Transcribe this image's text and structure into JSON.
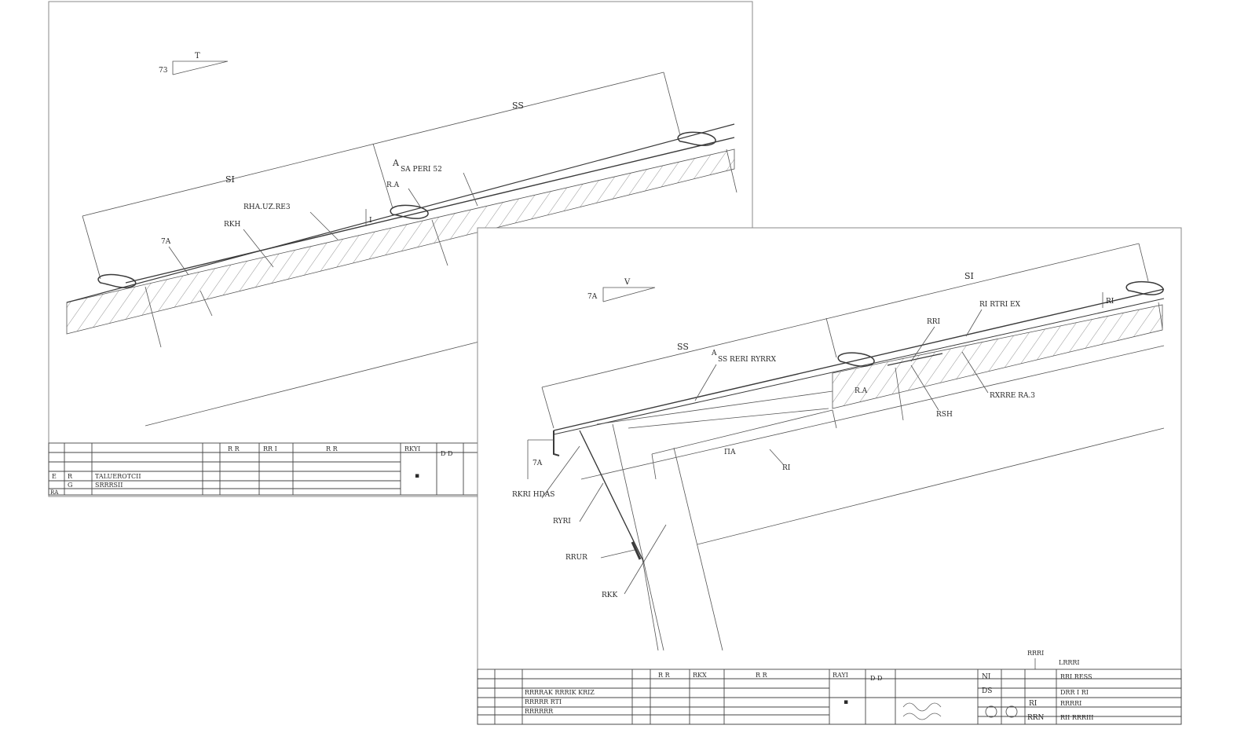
{
  "sheet1": {
    "slope_marker": {
      "rise": "T",
      "run": "73"
    },
    "dims": {
      "left_span": "SI",
      "right_span": "SS",
      "step": "I"
    },
    "callouts": {
      "a": "A",
      "b": "SA PERI 52",
      "c": "RHA.UZ.RE3",
      "d": "RKH",
      "e": "7A",
      "f": "R.A"
    },
    "title_block": {
      "header": [
        "R R",
        "RR I",
        "R R",
        "RKYI",
        "D D"
      ],
      "rows": [
        "TALUEROTCII",
        "SRRRSII"
      ],
      "left_codes": [
        "E",
        "R",
        "G",
        "RA"
      ]
    }
  },
  "sheet2": {
    "slope_marker": {
      "rise": "V",
      "run": "7A"
    },
    "dims": {
      "left_span": "SS",
      "right_span": "SI",
      "step": "RI",
      "eave_drop": "7A",
      "inner": "ПА",
      "inner2": "RI"
    },
    "callouts": {
      "a": "A",
      "b": "SS RERI RYRRX",
      "c": "RRI",
      "d": "RI RTRI EX",
      "e": "RXRRE RA.3",
      "f": "RSH",
      "g": "RKRI HDAS",
      "h": "RYRI",
      "i": "RRUR",
      "j": "RKK",
      "k": "R.A"
    },
    "title_block": {
      "header": [
        "R R",
        "RKX",
        "R R",
        "RAYI",
        "D D"
      ],
      "rows": [
        "RRRRAK RRRIK KRIZ",
        "RRRRR RTI",
        "RRRRRR"
      ],
      "right_labels": [
        "NI",
        "DS",
        "RI",
        "RRN"
      ],
      "right_values": [
        "RRI RESS",
        "DRR I RI",
        "RRRRI",
        "RII RRRIII"
      ],
      "note_top": "RRRI",
      "note_top2": "LRRRI"
    }
  }
}
